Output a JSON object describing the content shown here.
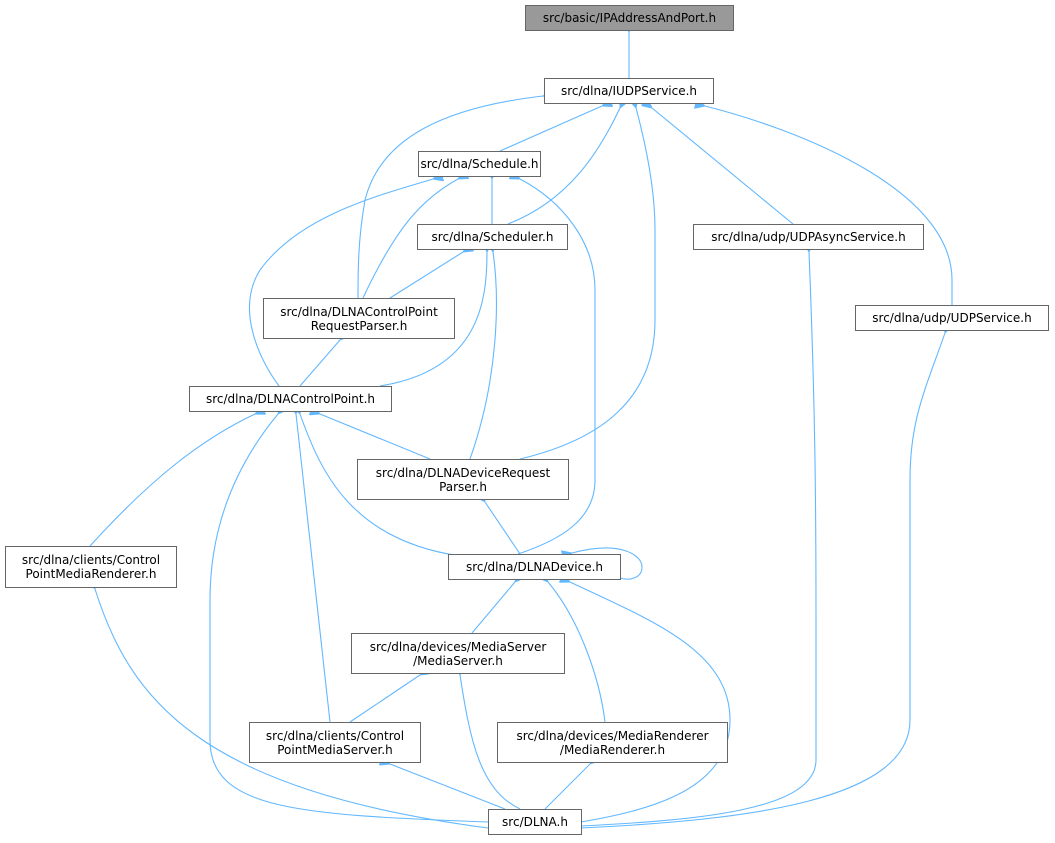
{
  "nodes": {
    "ipaddr": {
      "lines": [
        "src/basic/IPAddressAndPort.h"
      ]
    },
    "iudp": {
      "lines": [
        "src/dlna/IUDPService.h"
      ]
    },
    "schedule": {
      "lines": [
        "src/dlna/Schedule.h"
      ]
    },
    "scheduler": {
      "lines": [
        "src/dlna/Scheduler.h"
      ]
    },
    "udpasync": {
      "lines": [
        "src/dlna/udp/UDPAsyncService.h"
      ]
    },
    "udpservice": {
      "lines": [
        "src/dlna/udp/UDPService.h"
      ]
    },
    "cprequestparser": {
      "lines": [
        "src/dlna/DLNAControlPoint",
        "RequestParser.h"
      ]
    },
    "controlpoint": {
      "lines": [
        "src/dlna/DLNAControlPoint.h"
      ]
    },
    "devicerequestparser": {
      "lines": [
        "src/dlna/DLNADeviceRequest",
        "Parser.h"
      ]
    },
    "cpmediarenderer": {
      "lines": [
        "src/dlna/clients/Control",
        "PointMediaRenderer.h"
      ]
    },
    "dlnadevice": {
      "lines": [
        "src/dlna/DLNADevice.h"
      ]
    },
    "mediaserver": {
      "lines": [
        "src/dlna/devices/MediaServer",
        "/MediaServer.h"
      ]
    },
    "cpmediaserver": {
      "lines": [
        "src/dlna/clients/Control",
        "PointMediaServer.h"
      ]
    },
    "mediarenderer": {
      "lines": [
        "src/dlna/devices/MediaRenderer",
        "/MediaRenderer.h"
      ]
    },
    "dlna": {
      "lines": [
        "src/DLNA.h"
      ]
    }
  },
  "colors": {
    "edge": "#63b8ff",
    "root_fill": "#999999",
    "border": "#666666"
  }
}
